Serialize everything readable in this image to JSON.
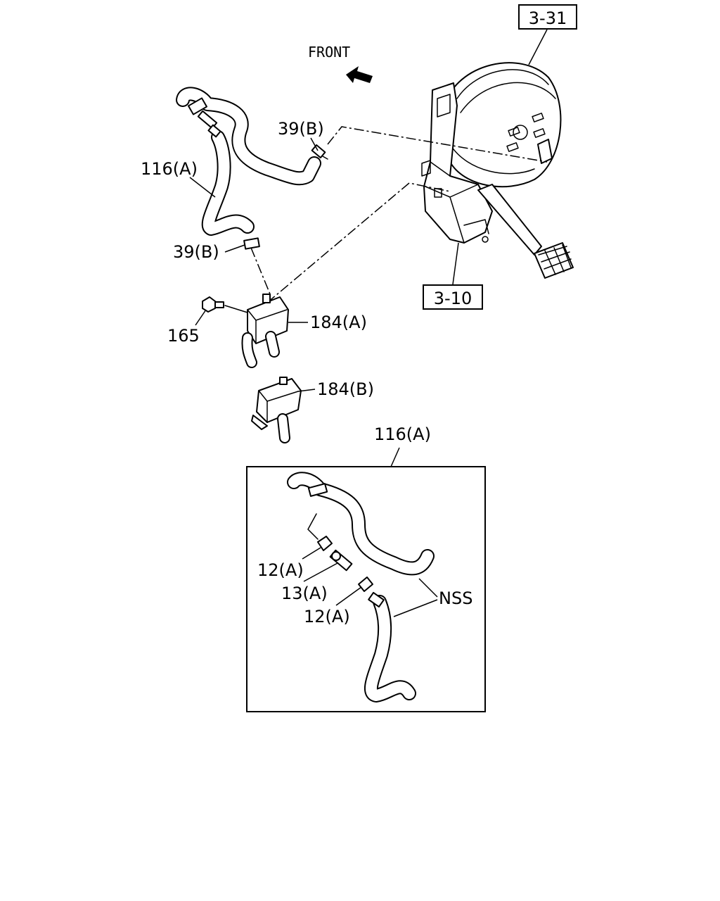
{
  "labels": {
    "front": "FRONT",
    "ref_booster": "3-31",
    "ref_pedal": "3-10",
    "hose_upper": "116(A)",
    "clip_upper": "39(B)",
    "clip_mid": "39(B)",
    "bolt": "165",
    "bracket_a": "184(A)",
    "bracket_b": "184(B)",
    "hose_detail": "116(A)",
    "clamp_1": "12(A)",
    "connector": "13(A)",
    "clamp_2": "12(A)",
    "nss": "NSS"
  }
}
